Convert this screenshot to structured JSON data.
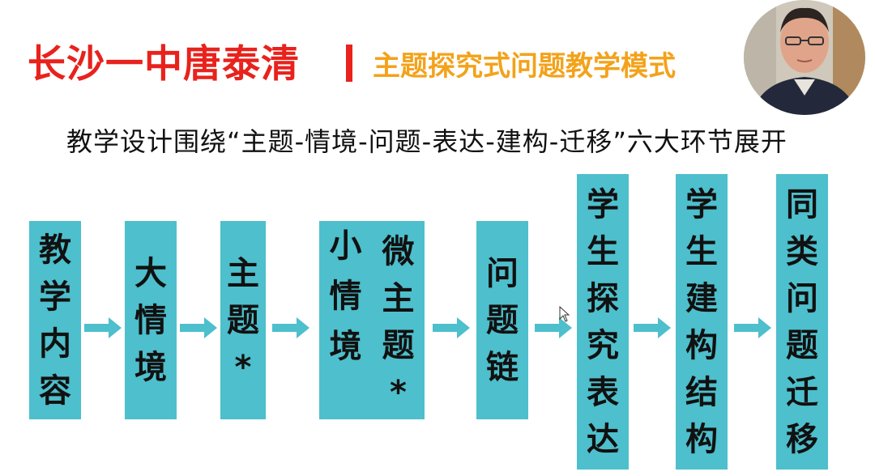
{
  "title": {
    "main": "长沙一中唐泰清",
    "sub": "主题探究式问题教学模式"
  },
  "subtitle": "教学设计围绕“主题-情境-问题-表达-建构-迁移”六大环节展开",
  "flow": {
    "steps": [
      {
        "chars": [
          "教",
          "学",
          "内",
          "容"
        ]
      },
      {
        "chars": [
          "大",
          "情",
          "境"
        ]
      },
      {
        "chars": [
          "主",
          "题",
          "*"
        ]
      },
      {
        "columns": [
          [
            "小",
            "情",
            "境"
          ],
          [
            "微",
            "主",
            "题",
            "*"
          ]
        ]
      },
      {
        "chars": [
          "问",
          "题",
          "链"
        ]
      },
      {
        "chars": [
          "学",
          "生",
          "探",
          "究",
          "表",
          "达"
        ]
      },
      {
        "chars": [
          "学",
          "生",
          "建",
          "构",
          "结",
          "构"
        ]
      },
      {
        "chars": [
          "同",
          "类",
          "问",
          "题",
          "迁",
          "移"
        ]
      }
    ]
  },
  "colors": {
    "title_red": "#e8221c",
    "title_orange": "#f3a21a",
    "box_fill": "#4ebfcc",
    "arrow_fill": "#4ebfcc"
  },
  "icons": {
    "arrow": "right-arrow-icon",
    "cursor": "mouse-pointer-icon",
    "avatar": "presenter-avatar"
  }
}
